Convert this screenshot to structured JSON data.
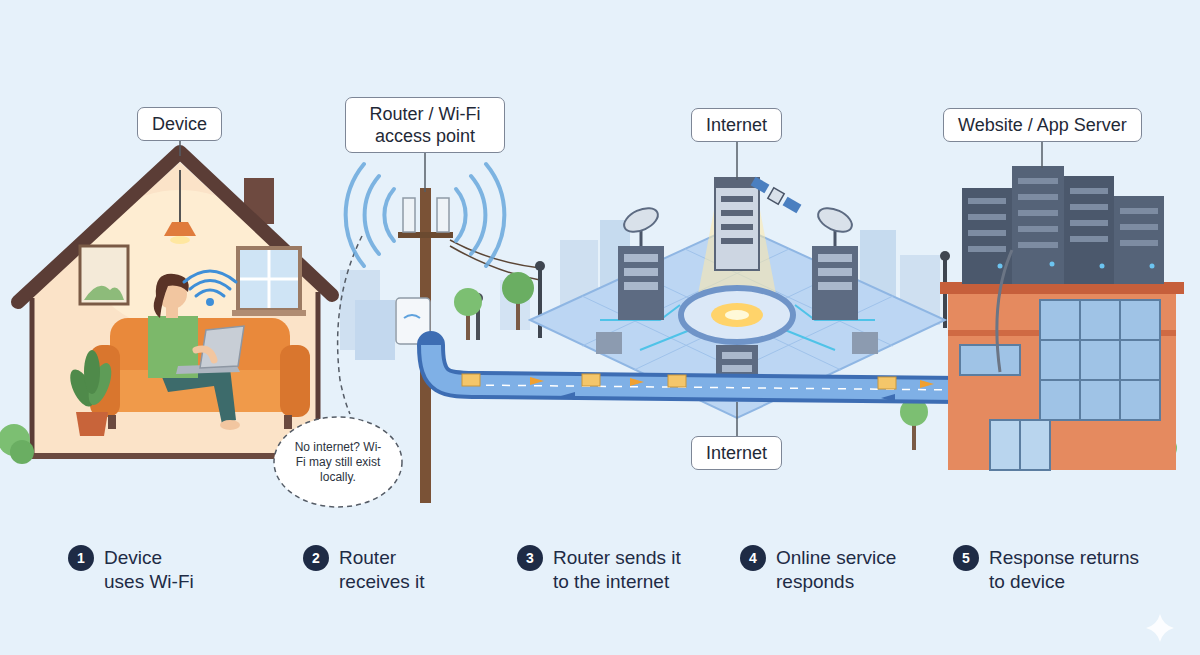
{
  "diagram": {
    "nodes": [
      {
        "text": [
          "Device"
        ]
      },
      {
        "text": [
          "Router / Wi-Fi access point"
        ]
      },
      {
        "text": [
          "Internet"
        ]
      },
      {
        "text": [
          "Website / App Server"
        ]
      },
      {
        "text": [
          "No internet? Wi-Fi may still exist locally."
        ]
      },
      {
        "text": [
          "Internet"
        ]
      },
      {
        "text": [
          "1",
          "Device uses Wi-Fi"
        ]
      },
      {
        "text": [
          "2",
          "Router receives it"
        ]
      },
      {
        "text": [
          "3",
          "Router sends it to the internet"
        ]
      },
      {
        "text": [
          "4",
          "Online service responds"
        ]
      },
      {
        "text": [
          "5",
          "Response returns to device"
        ]
      }
    ]
  }
}
